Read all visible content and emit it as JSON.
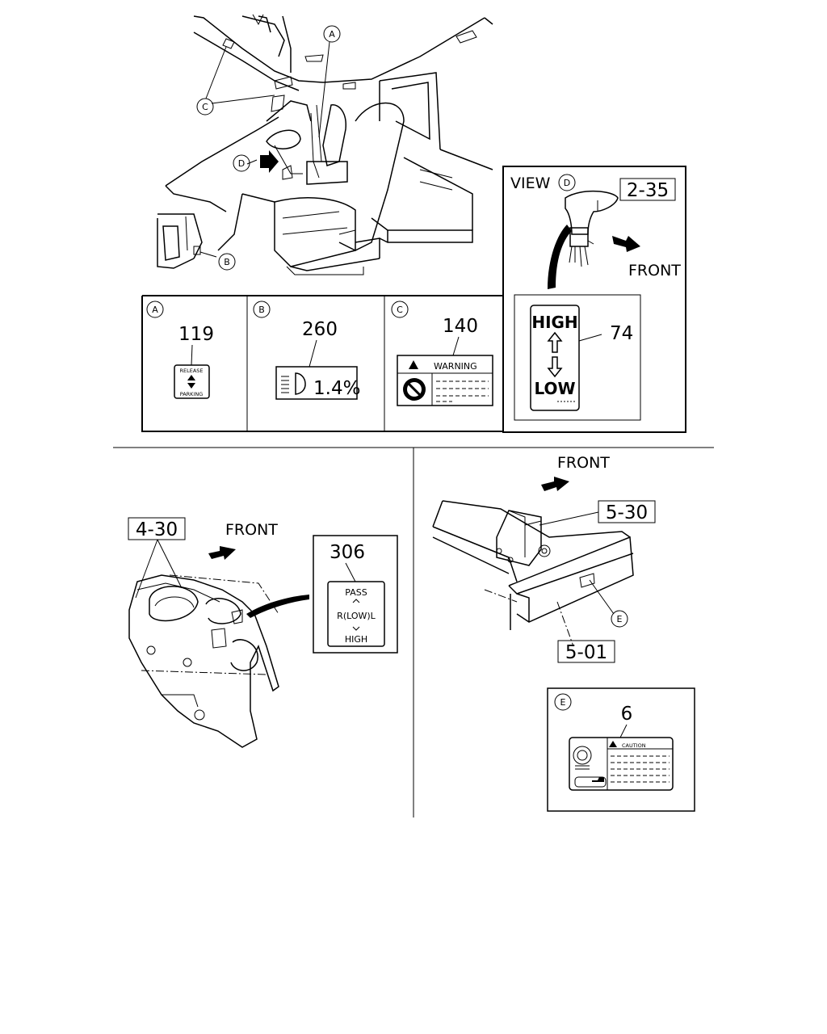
{
  "callouts": {
    "A": "A",
    "B": "B",
    "C": "C",
    "D": "D",
    "E": "E"
  },
  "top": {
    "view_label": "VIEW",
    "view_circle": "D",
    "ref_2_35": "2-35",
    "front": "FRONT",
    "ref_74": "74",
    "shift_label_high": "HIGH",
    "shift_label_low": "LOW"
  },
  "labels": {
    "a_num": "119",
    "a_release": "RELEASE",
    "a_parking": "PARKING",
    "b_num": "260",
    "b_text": "1.4%",
    "c_num": "140",
    "c_warning": "WARNING"
  },
  "bottom_left": {
    "ref": "4-30",
    "front": "FRONT",
    "num": "306",
    "pass": "PASS",
    "mid": "R(LOW)L",
    "high": "HIGH"
  },
  "bottom_right": {
    "front": "FRONT",
    "ref_5_30": "5-30",
    "ref_5_01": "5-01",
    "e_num": "6",
    "caution": "CAUTION"
  },
  "icons": [
    "arrow-right-icon",
    "warning-triangle-icon",
    "headlight-icon",
    "no-entry-icon"
  ]
}
